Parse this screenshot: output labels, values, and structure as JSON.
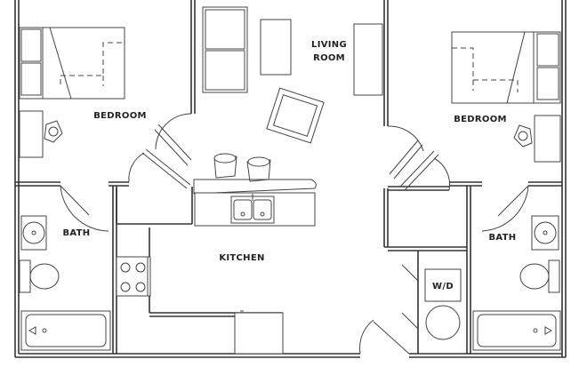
{
  "rooms": {
    "living_room_line1": "LIVING",
    "living_room_line2": "ROOM",
    "bedroom_left": "BEDROOM",
    "bedroom_right": "BEDROOM",
    "bath_left": "BATH",
    "bath_right": "BATH",
    "kitchen": "KITCHEN",
    "laundry": "W/D"
  }
}
